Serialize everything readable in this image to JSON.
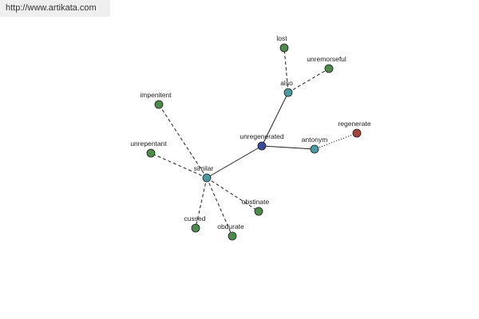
{
  "source_url": "http://www.artikata.com",
  "colors": {
    "center": "#3a4a9a",
    "relation": "#4a9aa0",
    "word": "#4e8a4c",
    "antonym_word": "#a4423c",
    "stroke": "#1f1f1f"
  },
  "nodes": [
    {
      "id": "unregenerated",
      "label": "unregenerated",
      "kind": "center"
    },
    {
      "id": "also",
      "label": "also",
      "kind": "relation"
    },
    {
      "id": "antonym",
      "label": "antonym",
      "kind": "relation"
    },
    {
      "id": "similar",
      "label": "similar",
      "kind": "relation"
    },
    {
      "id": "lost",
      "label": "lost",
      "kind": "word"
    },
    {
      "id": "unremorseful",
      "label": "unremorseful",
      "kind": "word"
    },
    {
      "id": "regenerate",
      "label": "regenerate",
      "kind": "antonym_word"
    },
    {
      "id": "impenitent",
      "label": "impenitent",
      "kind": "word"
    },
    {
      "id": "unrepentant",
      "label": "unrepentant",
      "kind": "word"
    },
    {
      "id": "obstinate",
      "label": "obstinate",
      "kind": "word"
    },
    {
      "id": "obdurate",
      "label": "obdurate",
      "kind": "word"
    },
    {
      "id": "cussed",
      "label": "cussed",
      "kind": "word"
    }
  ],
  "edges": [
    {
      "from": "unregenerated",
      "to": "also",
      "style": "solid"
    },
    {
      "from": "unregenerated",
      "to": "antonym",
      "style": "solid"
    },
    {
      "from": "unregenerated",
      "to": "similar",
      "style": "solid"
    },
    {
      "from": "also",
      "to": "lost",
      "style": "dashed"
    },
    {
      "from": "also",
      "to": "unremorseful",
      "style": "dashed"
    },
    {
      "from": "antonym",
      "to": "regenerate",
      "style": "dotted"
    },
    {
      "from": "similar",
      "to": "impenitent",
      "style": "dashed"
    },
    {
      "from": "similar",
      "to": "unrepentant",
      "style": "dashed"
    },
    {
      "from": "similar",
      "to": "obstinate",
      "style": "dashed"
    },
    {
      "from": "similar",
      "to": "obdurate",
      "style": "dashed"
    },
    {
      "from": "similar",
      "to": "cussed",
      "style": "dashed"
    }
  ]
}
